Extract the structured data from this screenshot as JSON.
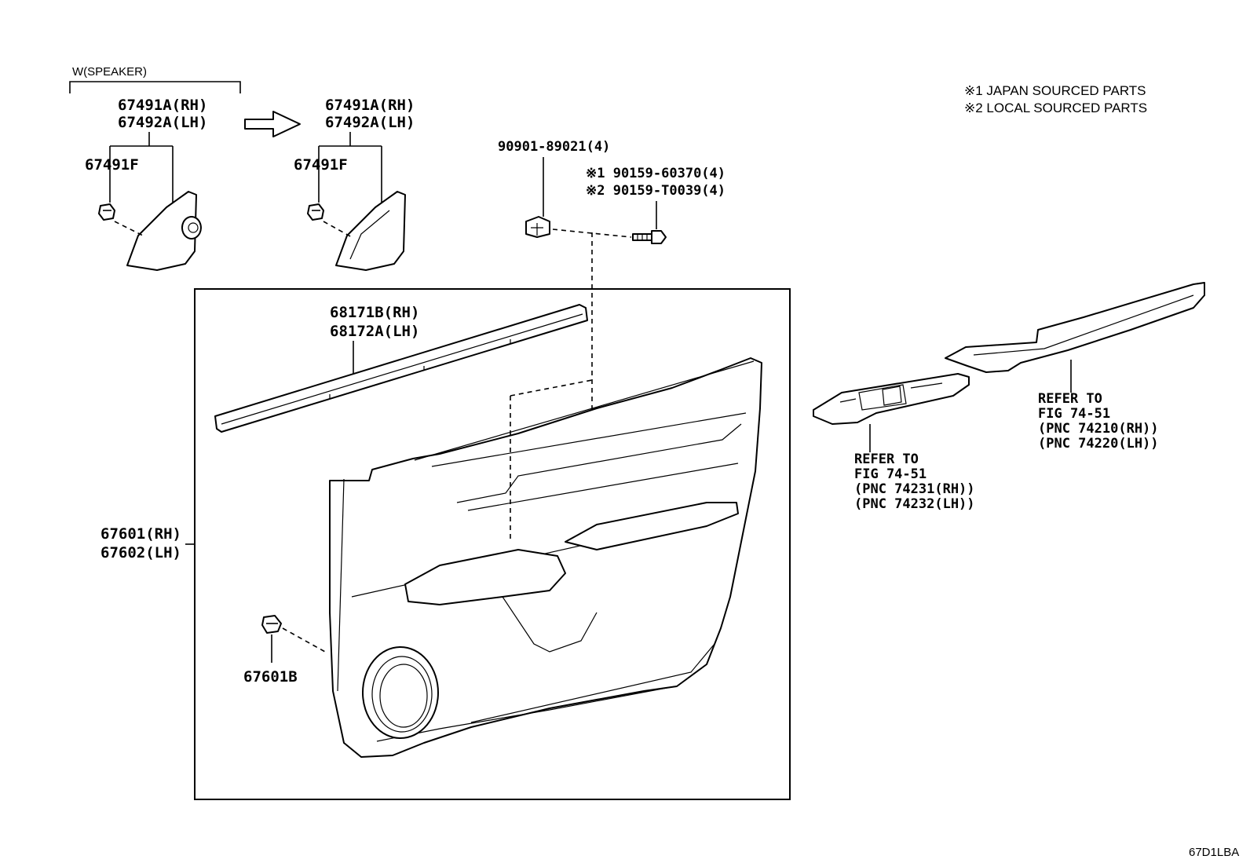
{
  "notes": {
    "note1": "※1  JAPAN SOURCED PARTS",
    "note2": "※2  LOCAL SOURCED PARTS"
  },
  "speaker_group": {
    "header": "W(SPEAKER)",
    "left_rh": "67491A(RH)",
    "left_lh": "67492A(LH)",
    "left_clip": "67491F",
    "right_rh": "67491A(RH)",
    "right_lh": "67492A(LH)",
    "right_clip": "67491F"
  },
  "fasteners": {
    "clip": "90901-89021(4)",
    "screw_jp": "※1 90159-60370(4)",
    "screw_local": "※2 90159-T0039(4)"
  },
  "belt_moulding": {
    "rh": "68171B(RH)",
    "lh": "68172A(LH)"
  },
  "door_trim": {
    "rh": "67601(RH)",
    "lh": "67602(LH)",
    "clip": "67601B"
  },
  "switch_base_ref": {
    "line1": "REFER TO",
    "line2": "FIG 74-51",
    "line3": "(PNC 74231(RH))",
    "line4": "(PNC 74232(LH))"
  },
  "armrest_ref": {
    "line1": "REFER TO",
    "line2": "FIG 74-51",
    "line3": "(PNC 74210(RH))",
    "line4": "(PNC 74220(LH))"
  },
  "figure_code": "67D1LBA"
}
